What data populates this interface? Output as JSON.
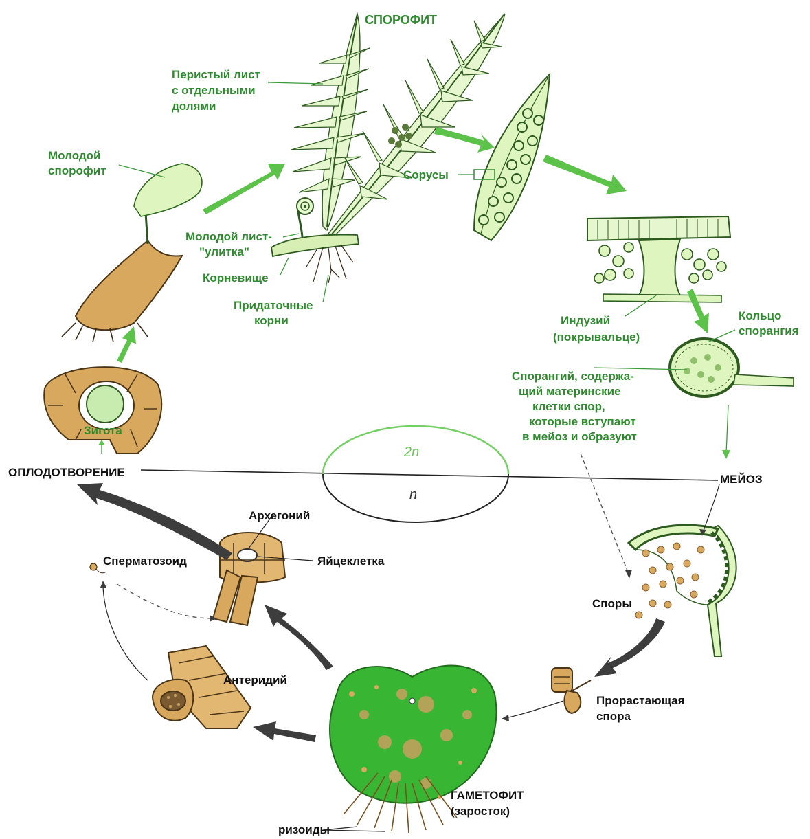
{
  "colors": {
    "label_green": "#2e8b2e",
    "label_black": "#111111",
    "arrow_green": "#5cc24a",
    "arrow_dark": "#3d3d3d",
    "tissue_tan": "#d8a85e",
    "tissue_green": "#dff5c0",
    "gametophyte_green": "#39b534"
  },
  "labels": {
    "sporophyte": "СПОРОФИТ",
    "pinnate_leaf": [
      "Перистый лист",
      "с отдельными",
      "долями"
    ],
    "young_sporophyte": [
      "Молодой",
      "спорофит"
    ],
    "young_leaf": [
      "Молодой лист-",
      "\"улитка\""
    ],
    "rhizome": "Корневище",
    "adventitious_roots": [
      "Придаточные",
      "корни"
    ],
    "sori": "Сорусы",
    "indusium": [
      "Индузий",
      "(покрывальце)"
    ],
    "sporangium_ring": [
      "Кольцо",
      "спорангия"
    ],
    "sporangium_text": [
      "Спорангий, содержа-",
      "щий материнские",
      "клетки спор,",
      "которые вступают",
      "в мейоз и образуют"
    ],
    "zygote": "Зигота",
    "fertilization": "ОПЛОДОТВОРЕНИЕ",
    "meiosis": "МЕЙОЗ",
    "ploidy_2n": "2n",
    "ploidy_n": "n",
    "archegonium": "Архегоний",
    "egg_cell": "Яйцеклетка",
    "spermatozoid": "Сперматозоид",
    "spores": "Споры",
    "antheridium": "Антеридий",
    "germinating_spore": [
      "Прорастающая",
      "спора"
    ],
    "gametophyte": [
      "ГАМЕТОФИТ",
      "(заросток)"
    ],
    "rhizoids": "ризоиды"
  }
}
